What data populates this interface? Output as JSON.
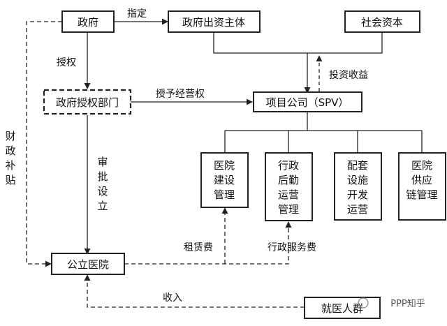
{
  "nodes": {
    "government": "政府",
    "gov_investor": "政府出资主体",
    "social_capital": "社会资本",
    "gov_auth_dept": "政府授权部门",
    "spv": "项目公司（SPV）",
    "hospital_build": [
      "医院",
      "建设",
      "管理"
    ],
    "admin_logistics": [
      "行政",
      "后勤",
      "运营",
      "管理"
    ],
    "facility_dev": [
      "配套",
      "设施",
      "开发",
      "运营"
    ],
    "supply_chain": [
      "医院",
      "供应",
      "链管理"
    ],
    "public_hospital": "公立医院",
    "patients": "就医人群"
  },
  "labels": {
    "designate": "指定",
    "authorize": "授权",
    "grant_operation": "授予经营权",
    "investment_return": "投资收益",
    "approval": [
      "审",
      "批",
      "设",
      "立"
    ],
    "fiscal_subsidy": [
      "财",
      "政",
      "补",
      "贴"
    ],
    "rent": "租赁费",
    "admin_service_fee": "行政服务费",
    "income": "收入"
  },
  "watermark": "PPP知乎",
  "colors": {
    "line": "#222222",
    "box_fill": "#ffffff"
  }
}
